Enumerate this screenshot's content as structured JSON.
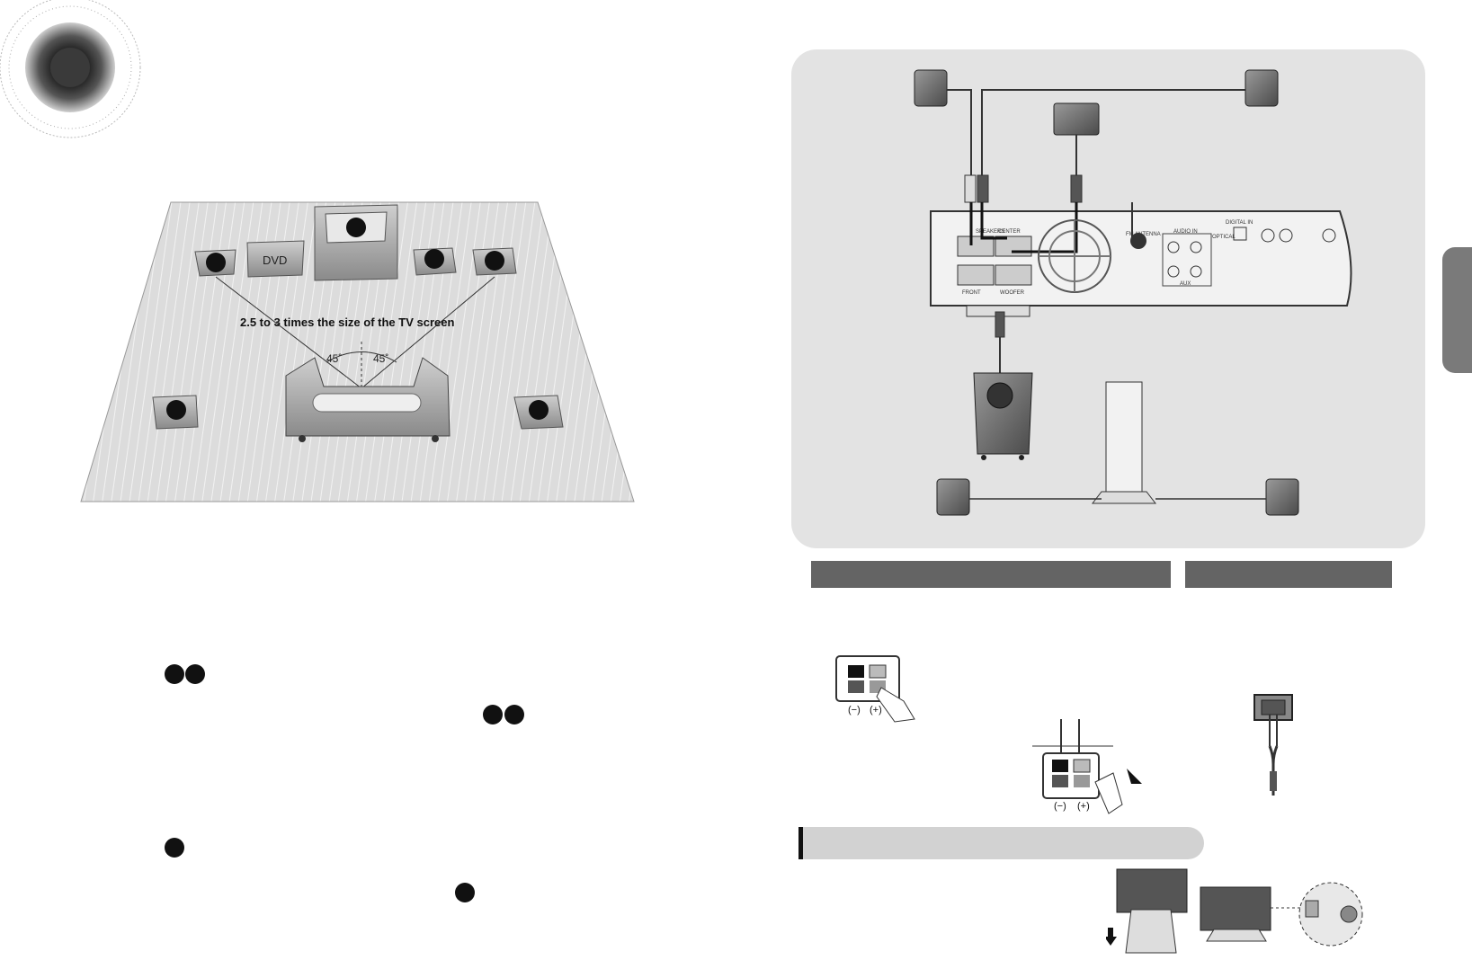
{
  "diagram": {
    "distance_label": "2.5 to 3 times the size of the TV screen",
    "angle_left": "45˚",
    "angle_right": "45˚",
    "dvd_label": "DVD"
  },
  "rear_panel": {
    "speakers_label": "SPEAKERS",
    "center_label": "CENTER",
    "front_label": "FRONT",
    "woofer_label": "WOOFER",
    "antenna_label": "FM ANTENNA",
    "digital_in_label": "DIGITAL IN",
    "optical_label": "OPTICAL",
    "audio_in_label": "AUDIO IN",
    "aux_label": "AUX",
    "polarity_minus": "(−)",
    "polarity_plus": "(+)"
  },
  "colors": {
    "panel_bg": "#e3e3e3",
    "dark_bar": "#646464",
    "light_bar": "#d2d2d2",
    "floor": "#dcdcdc"
  }
}
